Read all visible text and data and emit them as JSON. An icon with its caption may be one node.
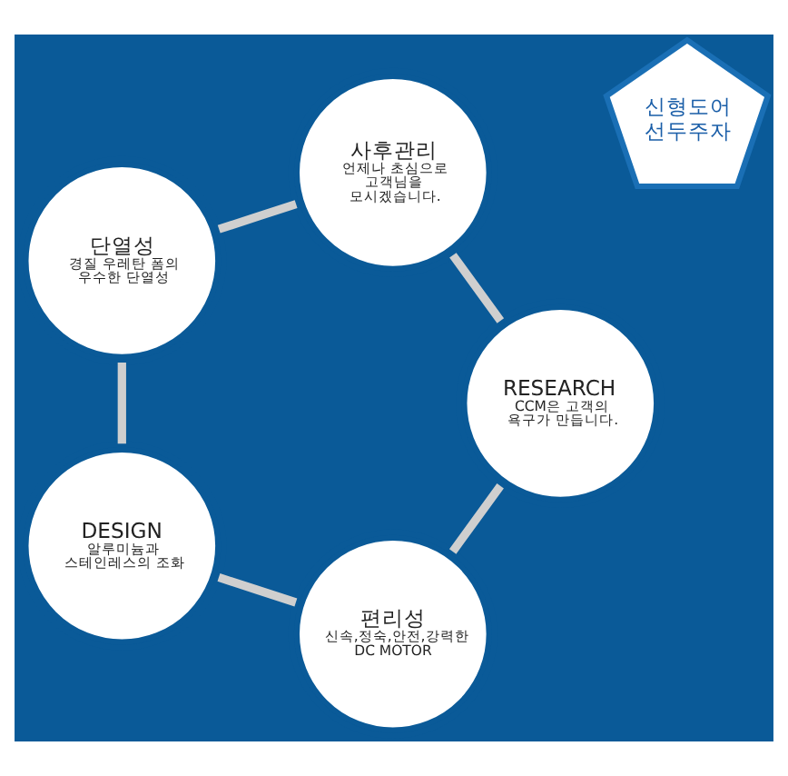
{
  "diagram": {
    "nodes": [
      {
        "text": [
          "신형도어 선두주자"
        ]
      },
      {
        "text": [
          "편리성",
          "신속,정숙,안전,강력한 DC MOTOR"
        ]
      },
      {
        "text": [
          "RESEARCH",
          "CCM은 고객의 욕구가 만듭니다."
        ]
      },
      {
        "text": [
          "DESIGN",
          "알루미늄과 스테인레스의 조화"
        ]
      },
      {
        "text": [
          "사후관리",
          "언제나 초심으로 고객님을 모시겠습니다."
        ]
      },
      {
        "text": [
          "단열성",
          "경질 우레탄 폼의 우수한 단열성"
        ]
      }
    ],
    "edges": [
      {
        "from": 1,
        "to": 3,
        "arrow": "none"
      },
      {
        "from": 3,
        "to": 5,
        "arrow": "none"
      },
      {
        "from": 5,
        "to": 4,
        "arrow": "none"
      },
      {
        "from": 4,
        "to": 2,
        "arrow": "none"
      },
      {
        "from": 2,
        "to": 1,
        "arrow": "none"
      }
    ]
  }
}
